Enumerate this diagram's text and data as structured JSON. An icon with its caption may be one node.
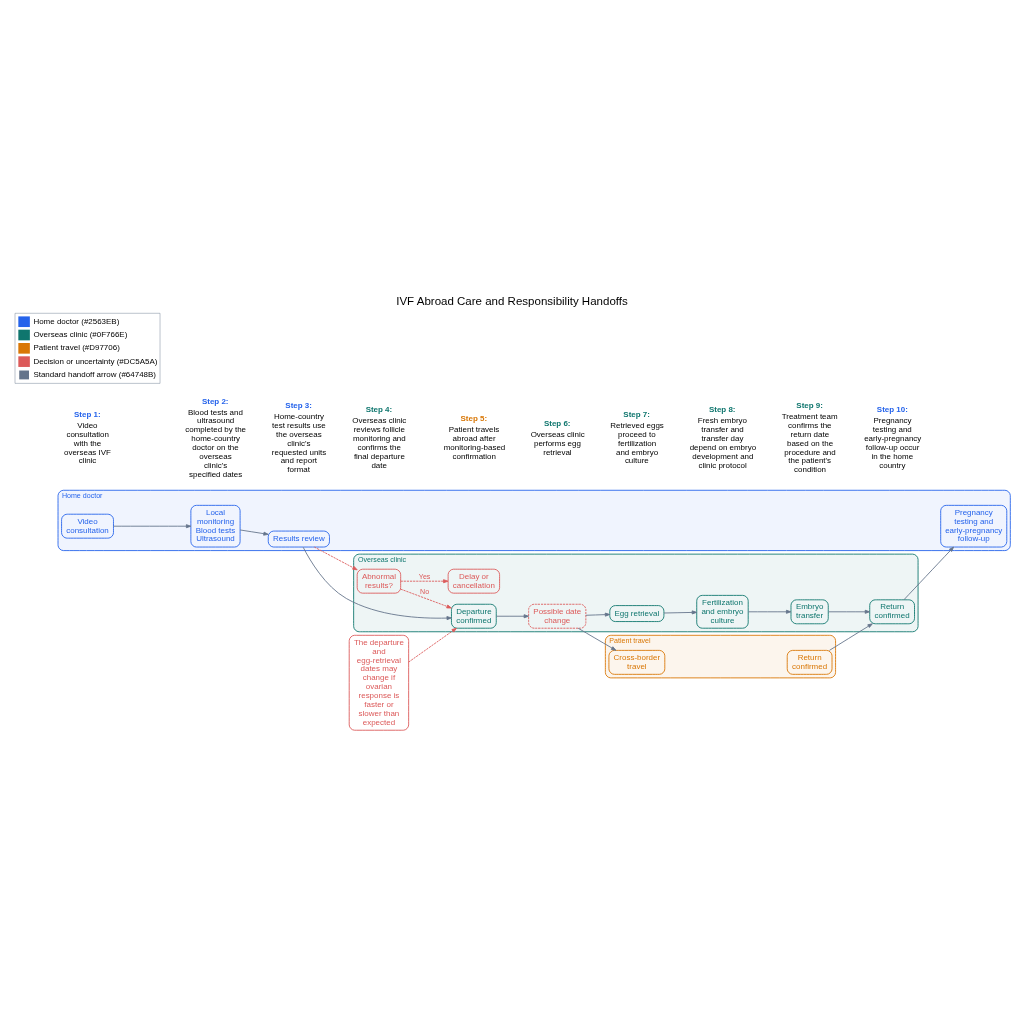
{
  "diagram": {
    "title": "IVF Abroad Care and Responsibility Handoffs",
    "nodes": [
      {
        "text": [
          "Home doctor"
        ]
      },
      {
        "text": [
          "Video consultation"
        ],
        "in": 0
      },
      {
        "text": [
          "Local monitoring",
          "Blood tests",
          "Ultrasound"
        ],
        "in": 0
      },
      {
        "text": [
          "Results review"
        ],
        "in": 0
      },
      {
        "text": [
          "Pregnancy testing and early-pregnancy follow-up"
        ],
        "in": 0
      },
      {
        "text": [
          "Overseas clinic"
        ]
      },
      {
        "text": [
          "Abnormal results?"
        ],
        "in": 5
      },
      {
        "text": [
          "Delay or cancellation"
        ],
        "in": 5
      },
      {
        "text": [
          "Departure confirmed"
        ],
        "in": 5
      },
      {
        "text": [
          "Possible date change"
        ],
        "in": 5
      },
      {
        "text": [
          "Egg retrieval"
        ],
        "in": 5
      },
      {
        "text": [
          "Fertilization and embryo culture"
        ],
        "in": 5
      },
      {
        "text": [
          "Embryo transfer"
        ],
        "in": 5
      },
      {
        "text": [
          "Return confirmed"
        ],
        "in": 5
      },
      {
        "text": [
          "The departure and egg-retrieval dates may change if ovarian response is faster or slower than expected"
        ]
      },
      {
        "text": [
          "Patient travel"
        ]
      },
      {
        "text": [
          "Cross-border travel"
        ],
        "in": 15
      },
      {
        "text": [
          "Return confirmed"
        ],
        "in": 15
      }
    ],
    "edges": [
      {
        "from": 1,
        "to": 2,
        "arrow": "to"
      },
      {
        "from": 2,
        "to": 3,
        "arrow": "to"
      },
      {
        "from": 3,
        "to": 8,
        "arrow": "to"
      },
      {
        "from": 3,
        "to": 6,
        "arrow": "to",
        "style": "dashed",
        "color": "#dc5a5a"
      },
      {
        "from": 6,
        "to": 7,
        "arrow": "to",
        "label": "Yes",
        "style": "dashed",
        "color": "#dc5a5a"
      },
      {
        "from": 6,
        "to": 8,
        "arrow": "to",
        "label": "No",
        "style": "dashed",
        "color": "#dc5a5a"
      },
      {
        "from": 14,
        "to": 8,
        "arrow": "to",
        "style": "dashed",
        "color": "#dc5a5a"
      },
      {
        "from": 8,
        "to": 9,
        "arrow": "to"
      },
      {
        "from": 9,
        "to": 10,
        "arrow": "to"
      },
      {
        "from": 9,
        "to": 16,
        "arrow": "to"
      },
      {
        "from": 10,
        "to": 11,
        "arrow": "to"
      },
      {
        "from": 11,
        "to": 12,
        "arrow": "to"
      },
      {
        "from": 12,
        "to": 13,
        "arrow": "to"
      },
      {
        "from": 13,
        "to": 4,
        "arrow": "to"
      },
      {
        "from": 17,
        "to": 13,
        "arrow": "to"
      }
    ],
    "labels": [
      "Step 1:",
      "Video consultation with the overseas IVF clinic",
      "Step 2:",
      "Blood tests and ultrasound completed by the home-country doctor on the overseas clinic's specified dates",
      "Step 3:",
      "Home-country test results use the overseas clinic's requested units and report format",
      "Step 4:",
      "Overseas clinic reviews follicle monitoring and confirms the final departure date",
      "Step 5:",
      "Patient travels abroad after monitoring-based confirmation",
      "Step 6:",
      "Overseas clinic performs egg retrieval",
      "Step 7:",
      "Retrieved eggs proceed to fertilization and embryo culture",
      "Step 8:",
      "Fresh embryo transfer and transfer day depend on embryo development and clinic protocol",
      "Step 9:",
      "Treatment team confirms the return date based on the procedure and the patient's condition",
      "Step 10:",
      "Pregnancy testing and early-pregnancy follow-up occur in the home country"
    ],
    "legend": [
      {
        "text": "Home doctor (#2563EB)",
        "color": "#2563eb"
      },
      {
        "text": "Overseas clinic (#0F766E)",
        "color": "#0f766e"
      },
      {
        "text": "Patient travel (#D97706)",
        "color": "#d97706"
      },
      {
        "text": "Decision or uncertainty (#DC5A5A)",
        "color": "#dc5a5a"
      },
      {
        "text": "Standard handoff arrow (#64748B)"
      }
    ]
  }
}
